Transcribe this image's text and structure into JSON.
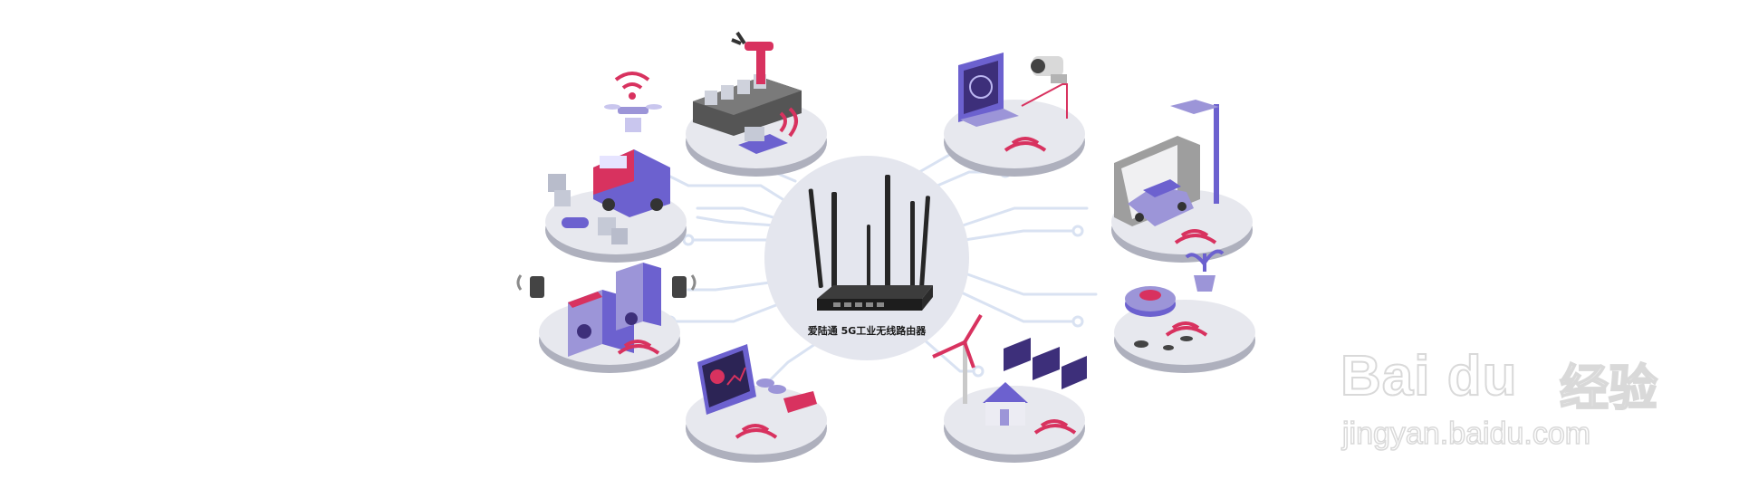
{
  "hub": {
    "label": "爱陆通 5G工业无线路由器"
  },
  "nodes": [
    {
      "id": "drone-logistics-truck",
      "icon": "delivery-truck-drone-icon"
    },
    {
      "id": "smart-factory-robot-arm",
      "icon": "robot-arm-conveyor-icon"
    },
    {
      "id": "video-surveillance",
      "icon": "security-camera-icon"
    },
    {
      "id": "smart-parking-car",
      "icon": "car-garage-icon"
    },
    {
      "id": "smart-home-appliance",
      "icon": "robot-vacuum-icon"
    },
    {
      "id": "renewable-energy",
      "icon": "wind-solar-house-icon"
    },
    {
      "id": "financial-payment-pos",
      "icon": "pos-terminal-icon"
    },
    {
      "id": "audio-speaker-system",
      "icon": "speaker-audio-icon"
    }
  ],
  "colors": {
    "disc_top": "#e7e8ee",
    "disc_side": "#aeb0bd",
    "hub": "#e4e6ee",
    "circuit": "#d9e2f2",
    "accent_purple": "#7b6fe0",
    "accent_pink": "#d8325f",
    "router_body": "#262626"
  },
  "watermark": {
    "brand": "Bai du",
    "brand_cn": "经验",
    "url": "jingyan.baidu.com"
  }
}
